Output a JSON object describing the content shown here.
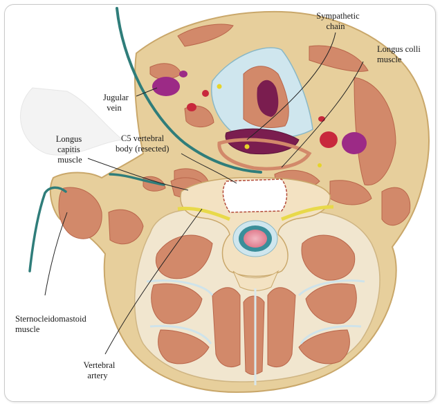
{
  "labels": {
    "sympathetic_chain": [
      "Sympathetic",
      "chain"
    ],
    "longus_colli": [
      "Longus colli",
      "muscle"
    ],
    "jugular_vein": [
      "Jugular",
      "vein"
    ],
    "c5_vertebral_body": [
      "C5 vertebral",
      "body (resected)"
    ],
    "longus_capitis": [
      "Longus",
      "capitis",
      "muscle"
    ],
    "sternocleidomastoid": [
      "Sternocleidomastoid",
      "muscle"
    ],
    "vertebral_artery": [
      "Vertebral",
      "artery"
    ]
  },
  "colors": {
    "tissue": "#e7cf9c",
    "muscle": "#d2896a",
    "muscle_dark": "#b8654a",
    "fascia": "#f1e6cf",
    "retractor": "#2f7d7a",
    "vein": "#9c2a86",
    "artery": "#c8283c",
    "airway": "#cfe6ee",
    "bone": "#f3e2c2",
    "cord": "#3a8e9a"
  }
}
